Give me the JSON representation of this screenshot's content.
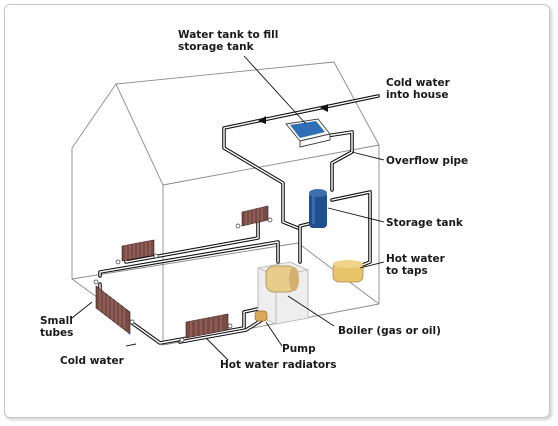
{
  "labels": {
    "water_tank": [
      "Water tank to fill",
      "storage tank"
    ],
    "cold_water_in": [
      "Cold water",
      "into house"
    ],
    "overflow": [
      "Overflow pipe"
    ],
    "storage_tank": [
      "Storage tank"
    ],
    "hot_water_taps": [
      "Hot water",
      "to taps"
    ],
    "small_tubes": [
      "Small",
      "tubes"
    ],
    "boiler": [
      "Boiler (gas or oil)"
    ],
    "pump": [
      "Pump"
    ],
    "cold_water": [
      "Cold water"
    ],
    "radiators": [
      "Hot water radiators"
    ]
  },
  "colors": {
    "storage_tank": "#1f4f8f",
    "tank_water": "#2f6fb5",
    "boiler": "#e8cc8c",
    "pump": "#d9a85a",
    "radiator": "#7a4a44"
  }
}
